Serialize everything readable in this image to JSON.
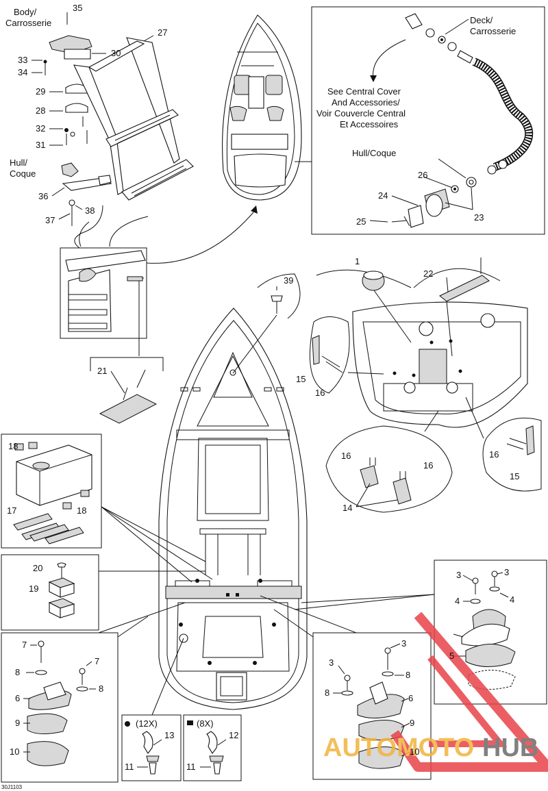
{
  "labels": {
    "body_carrosserie": [
      "Body/",
      "Carrosserie"
    ],
    "deck_carrosserie": [
      "Deck/",
      "Carrosserie"
    ],
    "hull_coque_left": [
      "Hull/",
      "Coque"
    ],
    "hull_coque_right": "Hull/Coque",
    "central_cover_note": [
      "See Central Cover",
      "And Accessories/",
      "Voir Couvercle Central",
      "Et Accessoires"
    ],
    "qty_12x": "(12X)",
    "qty_8x": "(8X)",
    "drawing_code": "30J1103"
  },
  "callouts": {
    "n1": "1",
    "n3": "3",
    "n4": "4",
    "n5": "5",
    "n6": "6",
    "n7": "7",
    "n8": "8",
    "n9": "9",
    "n10": "10",
    "n11": "11",
    "n12": "12",
    "n13": "13",
    "n14": "14",
    "n15": "15",
    "n16": "16",
    "n17": "17",
    "n18": "18",
    "n19": "19",
    "n20": "20",
    "n21": "21",
    "n22": "22",
    "n23": "23",
    "n24": "24",
    "n25": "25",
    "n26": "26",
    "n27": "27",
    "n28": "28",
    "n29": "29",
    "n30": "30",
    "n31": "31",
    "n32": "32",
    "n33": "33",
    "n34": "34",
    "n35": "35",
    "n36": "36",
    "n37": "37",
    "n38": "38",
    "n39": "39"
  },
  "watermark": {
    "text_a": "AUTOMOTO",
    "text_b": "HUB",
    "color_a": "#f2b33d",
    "color_b": "#6b6b6b",
    "triangle_color": "#e8444a"
  },
  "icons": {
    "dot_marker": "filled-circle-icon",
    "square_marker": "filled-square-icon"
  }
}
